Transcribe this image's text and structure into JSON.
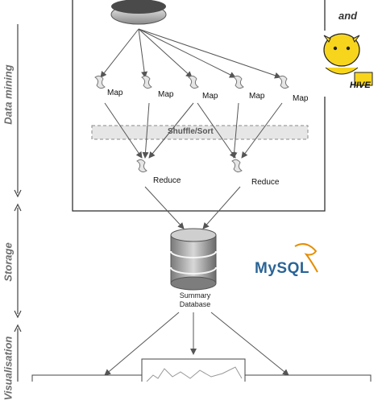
{
  "stages": {
    "data_mining": "Data mining",
    "storage": "Storage",
    "visualisation": "Visualisation"
  },
  "mapreduce": {
    "map_label": "Map",
    "reduce_label": "Reduce",
    "shuffle_label": "Shuffle/Sort"
  },
  "storage": {
    "db_label_line1": "Summary",
    "db_label_line2": "Database"
  },
  "logos": {
    "and_text": "and",
    "hive_text": "HIVE",
    "mysql_text": "MySQL"
  },
  "colors": {
    "hive_yellow": "#f7d51d",
    "mysql_blue": "#2a6496",
    "mysql_orange": "#e48e00",
    "shuffle_fill": "#e6e6e6"
  }
}
